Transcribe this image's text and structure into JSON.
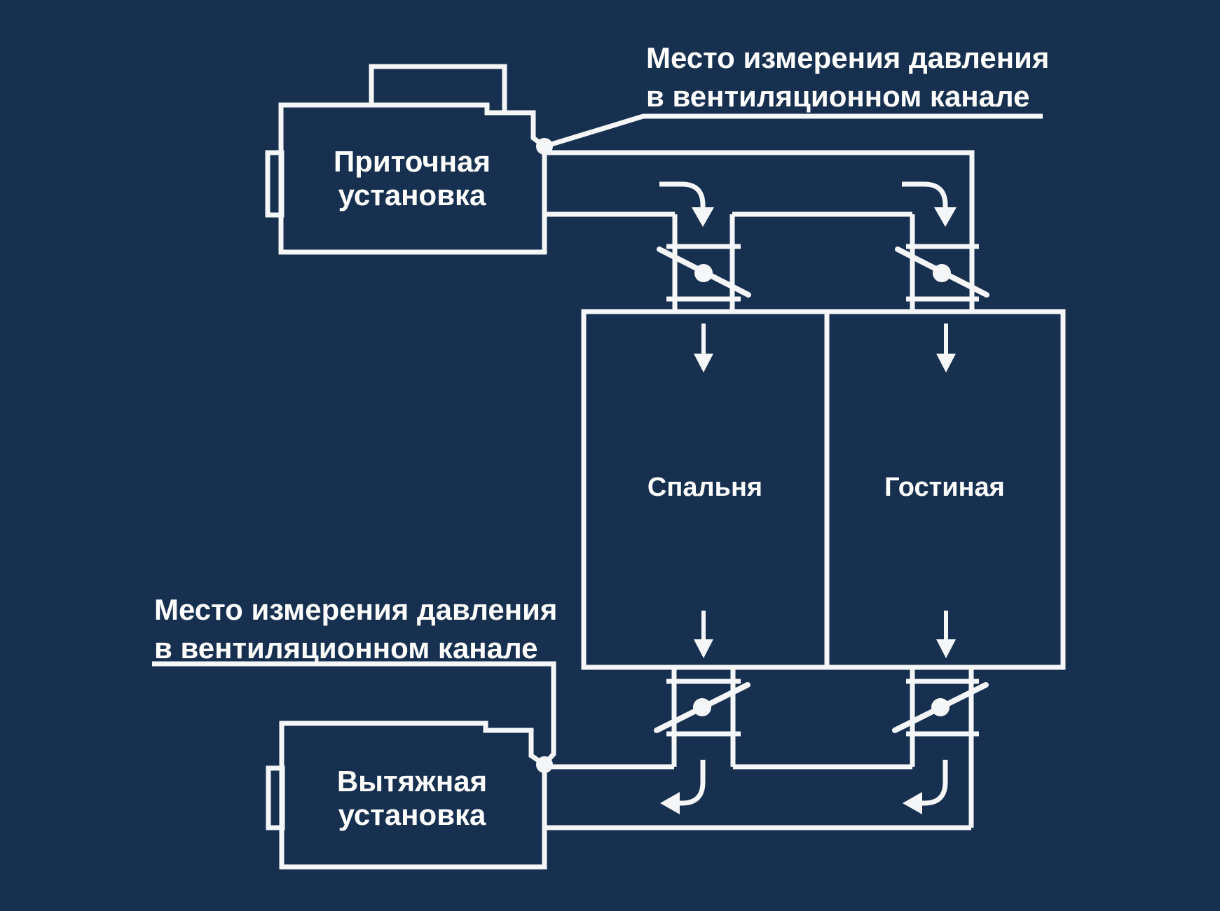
{
  "colors": {
    "background": "#17304f",
    "line": "#f4f6f8",
    "text": "#ffffff"
  },
  "supply_unit": {
    "label_line1": "Приточная",
    "label_line2": "установка"
  },
  "exhaust_unit": {
    "label_line1": "Вытяжная",
    "label_line2": "установка"
  },
  "rooms": {
    "bedroom_label": "Спальня",
    "living_room_label": "Гостиная"
  },
  "annotations": {
    "supply_measure_point": {
      "line1": "Место измерения давления",
      "line2": "в вентиляционном канале"
    },
    "exhaust_measure_point": {
      "line1": "Место измерения давления",
      "line2": "в вентиляционном канале"
    }
  }
}
